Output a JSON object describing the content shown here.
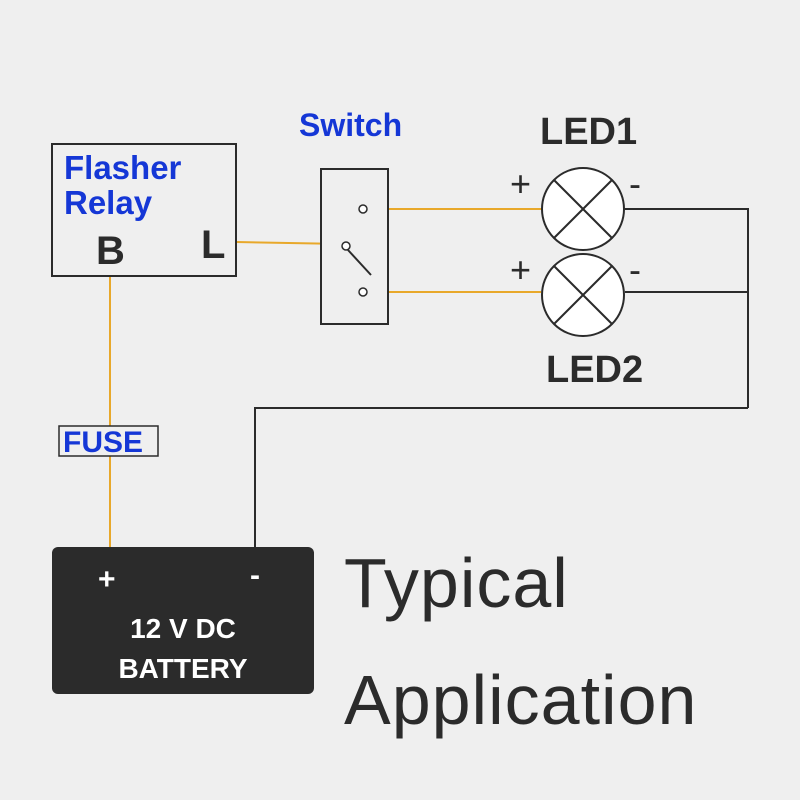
{
  "flasher_relay": {
    "line1": "Flasher",
    "line2": "Relay",
    "terminal_b": "B",
    "terminal_l": "L"
  },
  "switch": {
    "label": "Switch"
  },
  "led1": {
    "label": "LED1",
    "plus": "+",
    "minus": "-"
  },
  "led2": {
    "label": "LED2",
    "plus": "+",
    "minus": "-"
  },
  "fuse": {
    "label": "FUSE"
  },
  "battery": {
    "plus": "+",
    "minus": "-",
    "line1": "12 V DC",
    "line2": "BATTERY"
  },
  "title": {
    "line1": "Typical",
    "line2": "Application"
  },
  "colors": {
    "background": "#efefef",
    "wire_positive": "#e8a82a",
    "wire_negative": "#2b2b2b",
    "label_blue": "#1537d6",
    "battery_fill": "#2b2b2b"
  }
}
